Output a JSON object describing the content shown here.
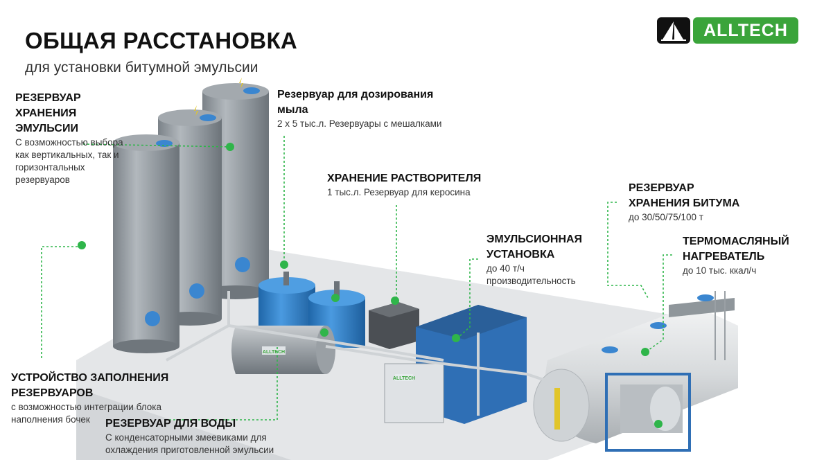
{
  "header": {
    "title": "ОБЩАЯ РАССТАНОВКА",
    "subtitle": "для установки битумной эмульсии"
  },
  "logo": {
    "text": "ALLTECH"
  },
  "equipment_brand": "ALLTECH",
  "labels": {
    "emulsion_storage": {
      "heading": [
        "РЕЗЕРВУАР",
        "ХРАНЕНИЯ",
        "ЭМУЛЬСИИ"
      ],
      "desc": [
        "С возможностью выбора",
        "как вертикальных, так и",
        "горизонтальных",
        "резервуаров"
      ]
    },
    "soap_dosing": {
      "heading": [
        "Резервуар для дозирования",
        "мыла"
      ],
      "desc": [
        "2 х 5 тыс.л. Резервуары с мешалками"
      ]
    },
    "solvent_storage": {
      "heading": [
        "ХРАНЕНИЕ РАСТВОРИТЕЛЯ"
      ],
      "desc": [
        "1 тыс.л.  Резервуар для керосина"
      ]
    },
    "bitumen_storage": {
      "heading": [
        "РЕЗЕРВУАР",
        "ХРАНЕНИЯ БИТУМА"
      ],
      "desc": [
        "до 30/50/75/100 т"
      ]
    },
    "emulsion_plant": {
      "heading": [
        "ЭМУЛЬСИОННАЯ",
        "УСТАНОВКА"
      ],
      "desc": [
        "до 40 т/ч",
        "производительность"
      ]
    },
    "thermal_oil_heater": {
      "heading": [
        "ТЕРМОМАСЛЯНЫЙ",
        "НАГРЕВАТЕЛЬ"
      ],
      "desc": [
        "до 10 тыс. ккал/ч"
      ]
    },
    "tank_filling": {
      "heading": [
        "УСТРОЙСТВО ЗАПОЛНЕНИЯ",
        "РЕЗЕРВУАРОВ"
      ],
      "desc": [
        "с возможностью интеграции блока",
        "наполнения бочек"
      ]
    },
    "water_tank": {
      "heading": [
        "РЕЗЕРВУАР ДЛЯ ВОДЫ"
      ],
      "desc": [
        "С конденсаторными змеевиками для",
        "охлаждения приготовленной эмульсии"
      ]
    }
  },
  "colors": {
    "accent_green": "#2fb54a",
    "logo_green": "#3aa43a",
    "tank_gray": "#8d949a",
    "tank_blue": "#2d7fc4",
    "hatch_blue": "#3a86d0",
    "container_blue": "#2f6fb5",
    "platform": "#e4e6e8"
  },
  "icons": [
    "alltech-logo-icon"
  ]
}
